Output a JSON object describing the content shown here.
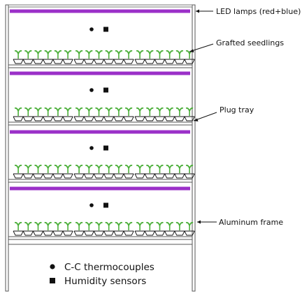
{
  "labels": {
    "led": "LED lamps (red+blue)",
    "seedlings": "Grafted seedlings",
    "tray": "Plug tray",
    "frame": "Aluminum frame"
  },
  "legend": [
    {
      "symbol": "circle",
      "text": "C-C thermocouples"
    },
    {
      "symbol": "square",
      "text": "Humidity sensors"
    }
  ],
  "colors": {
    "led": "#9b30c8",
    "seedling": "#4caf3a",
    "frame": "#555555",
    "ink": "#111111"
  },
  "shelves": 4,
  "seedlings_per_tray": 6,
  "trays_per_shelf": 3
}
